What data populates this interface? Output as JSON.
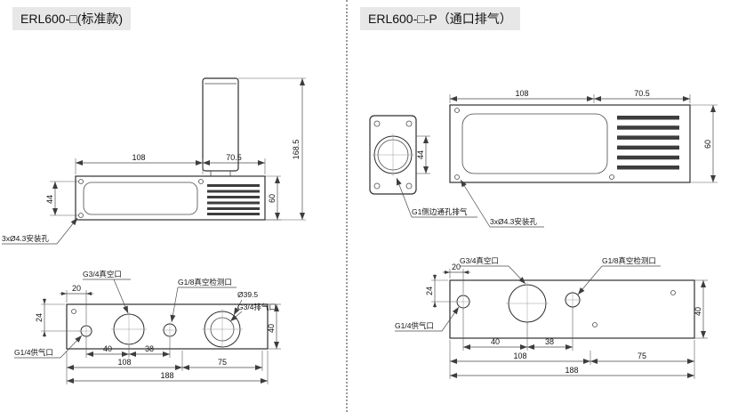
{
  "left_panel": {
    "title": "ERL600-□(标准款)",
    "side_view": {
      "dim_width_left": "108",
      "dim_width_right": "70.5",
      "dim_total_height": "168.5",
      "dim_left_height": "44",
      "dim_body_height": "60",
      "mount_holes_label": "3xØ4.3安装孔"
    },
    "top_view": {
      "vacuum_port_label": "G3/4真空口",
      "vacuum_detect_label": "G1/8真空检测口",
      "diameter_label": "Ø39.5",
      "exhaust_port_label": "G3/4排气口",
      "supply_port_label": "G1/4供气口",
      "dim_offset_x": "20",
      "dim_offset_y": "24",
      "dim_hole_spacing_1": "40",
      "dim_hole_spacing_2": "38",
      "dim_span_left": "108",
      "dim_span_right": "75",
      "dim_total_length": "188",
      "dim_body_width": "40"
    }
  },
  "right_panel": {
    "title": "ERL600-□-P（通口排气）",
    "side_view": {
      "dim_width_left": "108",
      "dim_width_right": "70.5",
      "dim_flange_height": "44",
      "dim_body_height": "60",
      "side_exhaust_label": "G1侧边通孔排气",
      "mount_holes_label": "3xØ4.3安装孔"
    },
    "top_view": {
      "vacuum_port_label": "G3/4真空口",
      "vacuum_detect_label": "G1/8真空检测口",
      "supply_port_label": "G1/4供气口",
      "dim_offset_x": "20",
      "dim_offset_y": "24",
      "dim_hole_spacing_1": "40",
      "dim_hole_spacing_2": "38",
      "dim_span_left": "108",
      "dim_span_right": "75",
      "dim_total_length": "188",
      "dim_body_width": "40"
    }
  }
}
